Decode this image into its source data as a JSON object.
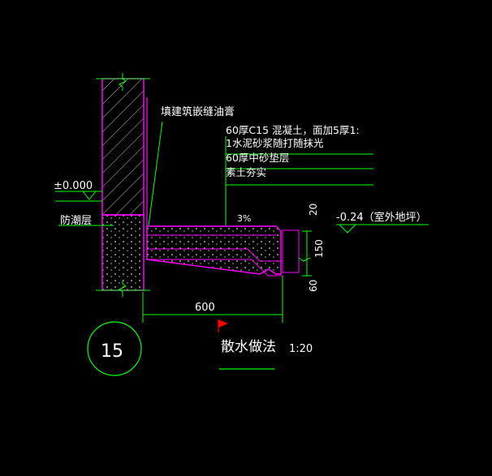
{
  "labels": {
    "sealant_note": "填建筑嵌缝油膏",
    "layer1": "60厚C15 混凝土，面加5厚1:",
    "layer1b": "1水泥砂浆随打随抹光",
    "layer2": "60厚中砂垫层",
    "layer3": "素土夯实",
    "level_indoor": "±0.000",
    "damp_proof": "防潮层",
    "slope": "3%",
    "level_outdoor": "-0.24（室外地坪）",
    "dim_width": "600",
    "dim_20": "20",
    "dim_150": "150",
    "dim_60": "60",
    "detail_number": "15",
    "title": "散水做法",
    "scale": "1:20"
  },
  "colors": {
    "background": "#000000",
    "dimension": "#00ff00",
    "wall": "#ff00ff",
    "text": "#ffffff",
    "flag": "#ff0000",
    "leader_yellow": "#ffff00"
  }
}
